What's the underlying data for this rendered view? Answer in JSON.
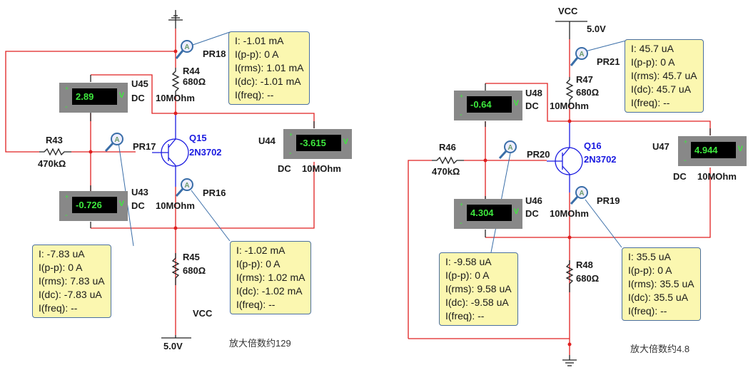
{
  "left_circuit": {
    "supply": {
      "label": "VCC",
      "value": "5.0V"
    },
    "resistors": [
      {
        "ref": "R44",
        "value": "680Ω"
      },
      {
        "ref": "R43",
        "value": "470kΩ"
      },
      {
        "ref": "R45",
        "value": "680Ω"
      }
    ],
    "transistor": {
      "ref": "Q15",
      "model": "2N3702"
    },
    "voltmeters": [
      {
        "ref": "U45",
        "mode": "DC",
        "impedance": "10MOhm",
        "reading": "2.89",
        "unit": "V"
      },
      {
        "ref": "U44",
        "mode": "DC",
        "impedance": "10MOhm",
        "reading": "-3.615",
        "unit": "V"
      },
      {
        "ref": "U43",
        "mode": "DC",
        "impedance": "10MOhm",
        "reading": "-0.726",
        "unit": "V"
      }
    ],
    "probes": [
      {
        "ref": "PR18",
        "lines": [
          "I: -1.01 mA",
          "I(p-p): 0 A",
          "I(rms): 1.01 mA",
          "I(dc): -1.01 mA",
          "I(freq): --"
        ]
      },
      {
        "ref": "PR17",
        "lines": [
          "I: -7.83 uA",
          "I(p-p): 0 A",
          "I(rms): 7.83 uA",
          "I(dc): -7.83 uA",
          "I(freq): --"
        ]
      },
      {
        "ref": "PR16",
        "lines": [
          "I: -1.02 mA",
          "I(p-p): 0 A",
          "I(rms): 1.02 mA",
          "I(dc): -1.02 mA",
          "I(freq): --"
        ]
      }
    ],
    "note": "放大倍数约129"
  },
  "right_circuit": {
    "supply": {
      "label": "VCC",
      "value": "5.0V"
    },
    "resistors": [
      {
        "ref": "R47",
        "value": "680Ω"
      },
      {
        "ref": "R46",
        "value": "470kΩ"
      },
      {
        "ref": "R48",
        "value": "680Ω"
      }
    ],
    "transistor": {
      "ref": "Q16",
      "model": "2N3702"
    },
    "voltmeters": [
      {
        "ref": "U48",
        "mode": "DC",
        "impedance": "10MOhm",
        "reading": "-0.64",
        "unit": "V"
      },
      {
        "ref": "U47",
        "mode": "DC",
        "impedance": "10MOhm",
        "reading": "4.944",
        "unit": "V"
      },
      {
        "ref": "U46",
        "mode": "DC",
        "impedance": "10MOhm",
        "reading": "4.304",
        "unit": "V"
      }
    ],
    "probes": [
      {
        "ref": "PR21",
        "lines": [
          "I: 45.7 uA",
          "I(p-p): 0 A",
          "I(rms): 45.7 uA",
          "I(dc): 45.7 uA",
          "I(freq): --"
        ]
      },
      {
        "ref": "PR20",
        "lines": [
          "I: -9.58 uA",
          "I(p-p): 0 A",
          "I(rms): 9.58 uA",
          "I(dc): -9.58 uA",
          "I(freq): --"
        ]
      },
      {
        "ref": "PR19",
        "lines": [
          "I: 35.5 uA",
          "I(p-p): 0 A",
          "I(rms): 35.5 uA",
          "I(dc): 35.5 uA",
          "I(freq): --"
        ]
      }
    ],
    "note": "放大倍数约4.8"
  },
  "colors": {
    "wire": "#e02020",
    "transistor": "#1a1ae0",
    "probe": "#3a6ea8",
    "tooltip_bg": "#fbf7b0",
    "meter_digits": "#3ee83e"
  }
}
